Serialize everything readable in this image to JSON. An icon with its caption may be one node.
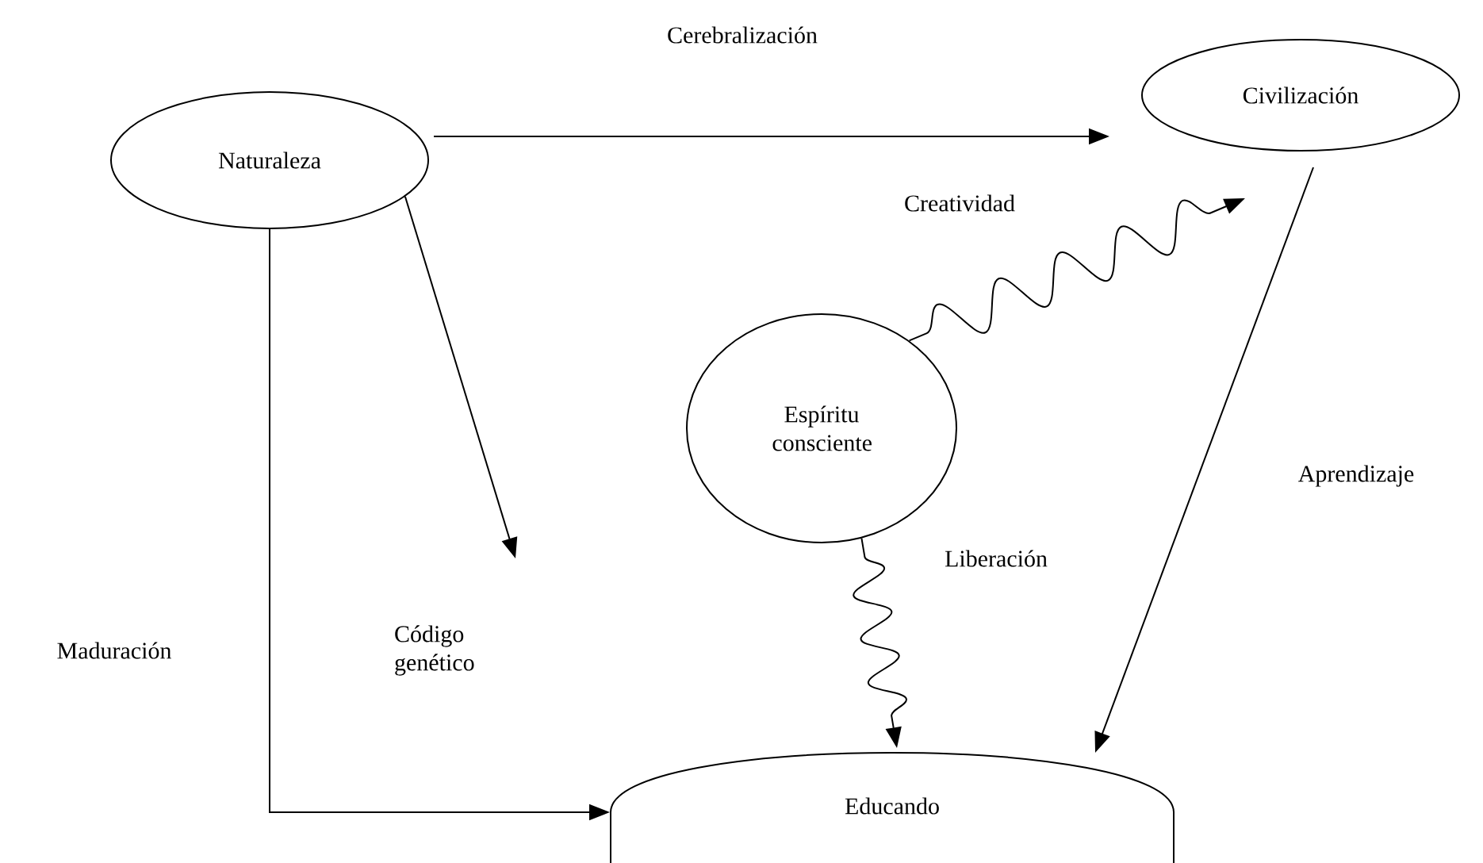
{
  "diagram": {
    "nodes": [
      {
        "text": [
          "Naturaleza"
        ]
      },
      {
        "text": [
          "Civilización"
        ]
      },
      {
        "text": [
          "Espíritu consciente"
        ]
      },
      {
        "text": [
          "Educando"
        ]
      }
    ],
    "edges": [
      {
        "from": 0,
        "to": 1,
        "arrow": "to",
        "label": "Cerebralización"
      },
      {
        "from": 0,
        "to": null,
        "arrow": "to",
        "label": "Código genético"
      },
      {
        "from": 0,
        "to": 3,
        "arrow": "to",
        "label": "Maduración"
      },
      {
        "from": 2,
        "to": 1,
        "arrow": "to",
        "label": "Creatividad"
      },
      {
        "from": 2,
        "to": 3,
        "arrow": "to",
        "label": "Liberación"
      },
      {
        "from": 1,
        "to": 3,
        "arrow": "to",
        "label": "Aprendizaje"
      }
    ]
  }
}
